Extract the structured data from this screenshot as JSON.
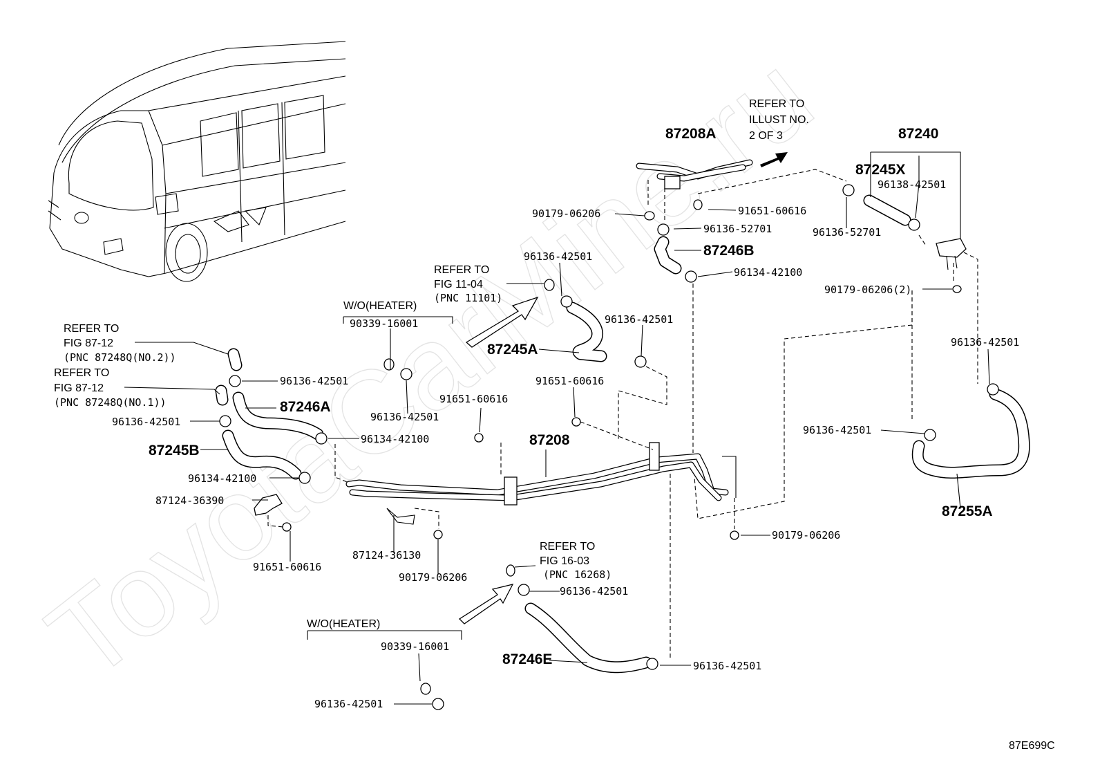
{
  "watermark": "ToyotaCarMine.ru",
  "diagram_code": "87E699C",
  "notes": {
    "refer_illust": [
      "REFER TO",
      "ILLUST NO.",
      "2 OF 3"
    ],
    "refer_fig_11_04": [
      "REFER TO",
      "FIG 11-04",
      "(PNC 11101)"
    ],
    "refer_fig_87_12_no2": [
      "REFER TO",
      "FIG 87-12",
      "(PNC 87248Q(NO.2))"
    ],
    "refer_fig_87_12_no1": [
      "REFER TO",
      "FIG 87-12",
      "(PNC 87248Q(NO.1))"
    ],
    "refer_fig_16_03": [
      "REFER TO",
      "FIG 16-03",
      "(PNC 16268)"
    ],
    "wo_heater_top": "W/O(HEATER)",
    "wo_heater_bottom": "W/O(HEATER)"
  },
  "parts": {
    "p87208A": "87208A",
    "p87240": "87240",
    "p87245X": "87245X",
    "p87246B": "87246B",
    "p87245A": "87245A",
    "p87246A": "87246A",
    "p87245B": "87245B",
    "p87208": "87208",
    "p87255A": "87255A",
    "p87246E": "87246E"
  },
  "labels": {
    "l1": "90179-06206",
    "l2": "91651-60616",
    "l3": "96136-52701",
    "l4": "96138-42501",
    "l5": "96136-52701",
    "l6": "96134-42100",
    "l7": "90179-06206(2)",
    "l8": "96136-42501",
    "l9": "96136-42501",
    "l10": "90339-16001",
    "l11": "91651-60616",
    "l12": "96136-42501",
    "l13": "96136-42501",
    "l14": "96136-42501",
    "l15": "91651-60616",
    "l16": "96134-42100",
    "l17": "96136-42501",
    "l18": "96134-42100",
    "l19": "87124-36390",
    "l20": "91651-60616",
    "l21": "87124-36130",
    "l22": "90179-06206",
    "l23": "90179-06206",
    "l24": "96136-42501",
    "l25": "90339-16001",
    "l26": "96136-42501",
    "l27": "96136-42501",
    "l28": "96136-42501"
  }
}
